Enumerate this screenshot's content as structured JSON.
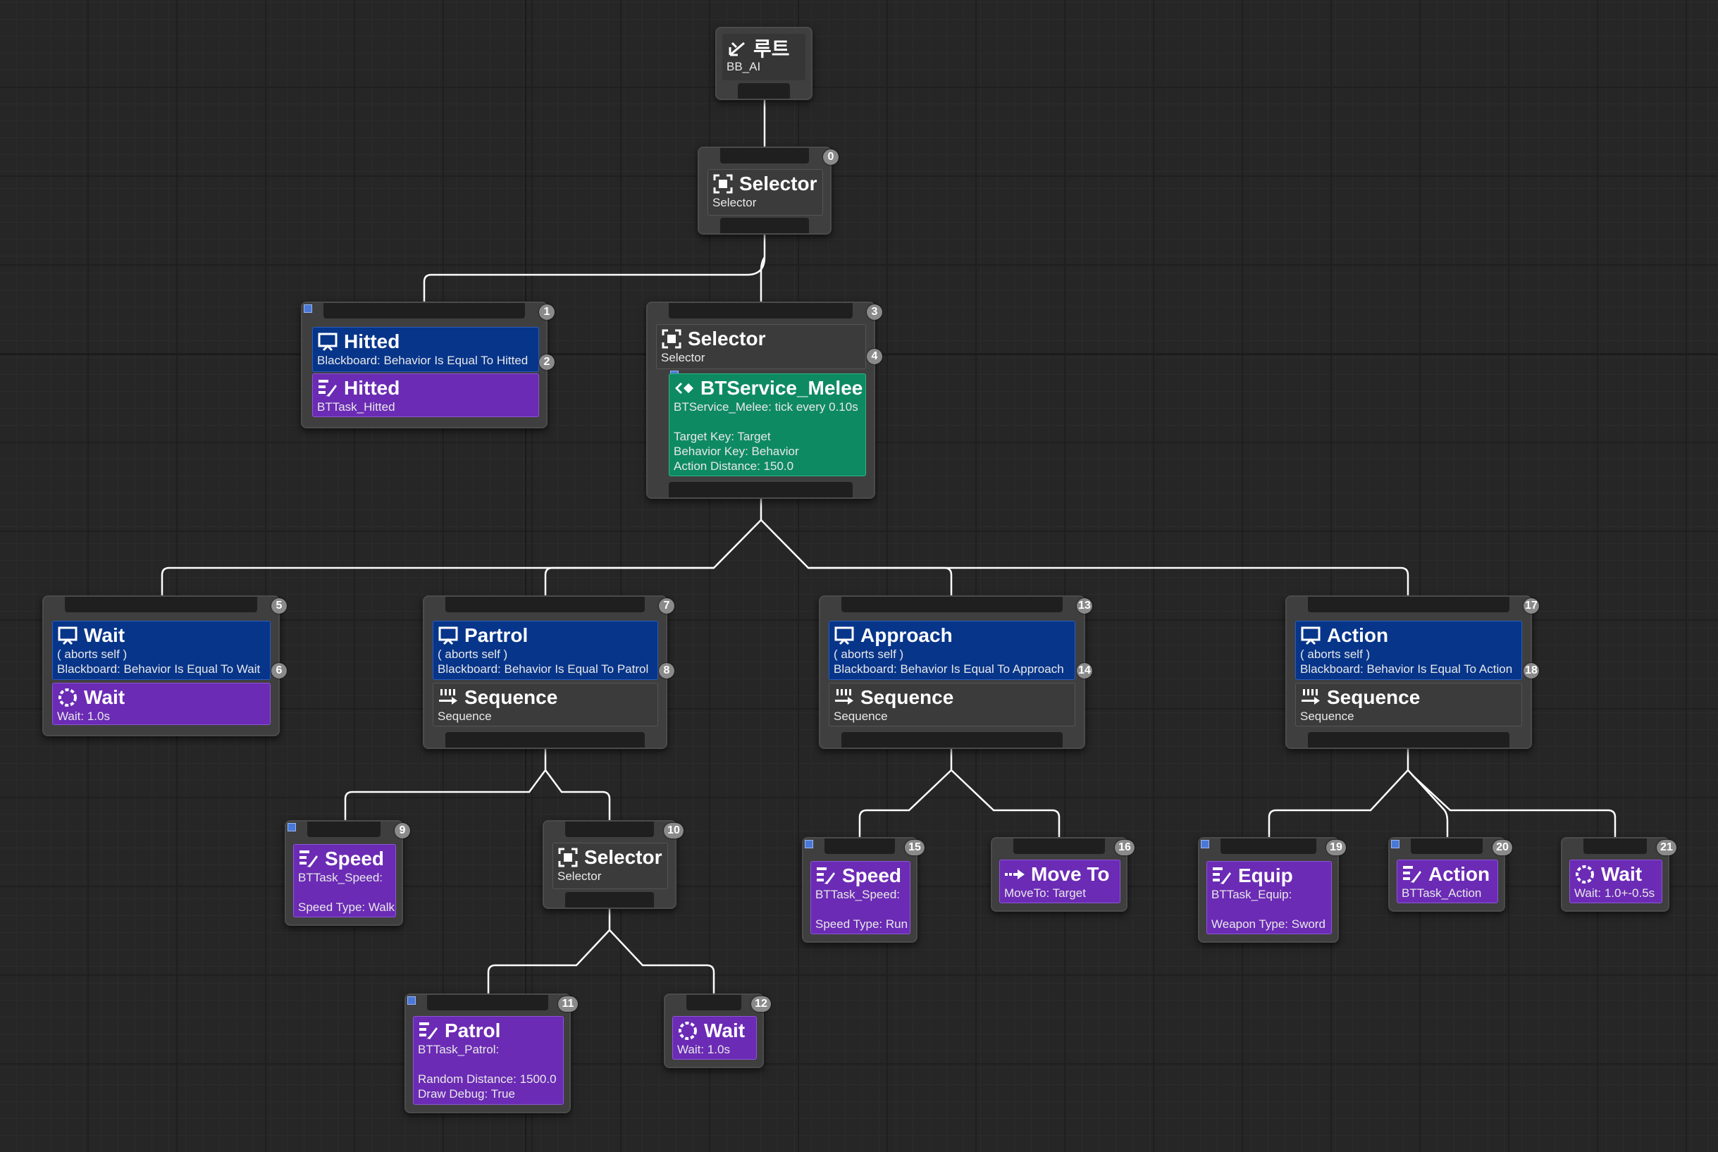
{
  "root": {
    "title": "루트",
    "subtitle": "BB_AI"
  },
  "selector0": {
    "index": "0",
    "title": "Selector",
    "subtitle": "Selector"
  },
  "hitted": {
    "index": "1",
    "deco_index": "2",
    "decorator": {
      "title": "Hitted",
      "subtitle": "Blackboard: Behavior Is Equal To Hitted"
    },
    "task": {
      "title": "Hitted",
      "subtitle": "BTTask_Hitted"
    }
  },
  "selector3": {
    "index": "3",
    "service_index": "4",
    "title": "Selector",
    "subtitle": "Selector",
    "service": {
      "title": "BTService_Melee",
      "lines": [
        "BTService_Melee: tick every 0.10s",
        "",
        "Target Key: Target",
        "Behavior Key: Behavior",
        "Action Distance: 150.0"
      ]
    }
  },
  "wait_branch": {
    "index": "5",
    "deco_index": "6",
    "decorator": {
      "title": "Wait",
      "aborts": "( aborts self )",
      "subtitle": "Blackboard: Behavior Is Equal To Wait"
    },
    "task": {
      "title": "Wait",
      "subtitle": "Wait: 1.0s"
    }
  },
  "patrol_branch": {
    "index": "7",
    "deco_index": "8",
    "decorator": {
      "title": "Partrol",
      "aborts": "( aborts self )",
      "subtitle": "Blackboard: Behavior Is Equal To Patrol"
    },
    "composite": {
      "title": "Sequence",
      "subtitle": "Sequence"
    }
  },
  "approach_branch": {
    "index": "13",
    "deco_index": "14",
    "decorator": {
      "title": "Approach",
      "aborts": "( aborts self )",
      "subtitle": "Blackboard: Behavior Is Equal To Approach"
    },
    "composite": {
      "title": "Sequence",
      "subtitle": "Sequence"
    }
  },
  "action_branch": {
    "index": "17",
    "deco_index": "18",
    "decorator": {
      "title": "Action",
      "aborts": "( aborts self )",
      "subtitle": "Blackboard: Behavior Is Equal To Action"
    },
    "composite": {
      "title": "Sequence",
      "subtitle": "Sequence"
    }
  },
  "speed9": {
    "index": "9",
    "title": "Speed",
    "lines": [
      "BTTask_Speed:",
      "",
      "Speed Type: Walk"
    ]
  },
  "selector10": {
    "index": "10",
    "title": "Selector",
    "subtitle": "Selector"
  },
  "patrol11": {
    "index": "11",
    "title": "Patrol",
    "lines": [
      "BTTask_Patrol:",
      "",
      "Random Distance: 1500.0",
      "Draw Debug: True"
    ]
  },
  "wait12": {
    "index": "12",
    "title": "Wait",
    "subtitle": "Wait: 1.0s"
  },
  "speed15": {
    "index": "15",
    "title": "Speed",
    "lines": [
      "BTTask_Speed:",
      "",
      "Speed Type: Run"
    ]
  },
  "moveto16": {
    "index": "16",
    "title": "Move To",
    "subtitle": "MoveTo: Target"
  },
  "equip19": {
    "index": "19",
    "title": "Equip",
    "lines": [
      "BTTask_Equip:",
      "",
      "Weapon Type: Sword"
    ]
  },
  "action20": {
    "index": "20",
    "title": "Action",
    "subtitle": "BTTask_Action"
  },
  "wait21": {
    "index": "21",
    "title": "Wait",
    "subtitle": "Wait: 1.0+-0.5s"
  },
  "colors": {
    "decorator": "#07358a",
    "task": "#6b2bb5",
    "service": "#0e8a63",
    "composite": "#3b3b3b",
    "node": "#3f3f3f",
    "wire": "#ffffff"
  },
  "icons": {
    "root": "root-icon",
    "selector": "selector-icon",
    "decorator": "blackboard-icon",
    "task": "task-icon",
    "sequence": "sequence-icon",
    "service": "service-icon",
    "wait": "wait-icon",
    "moveto": "move-to-icon"
  }
}
